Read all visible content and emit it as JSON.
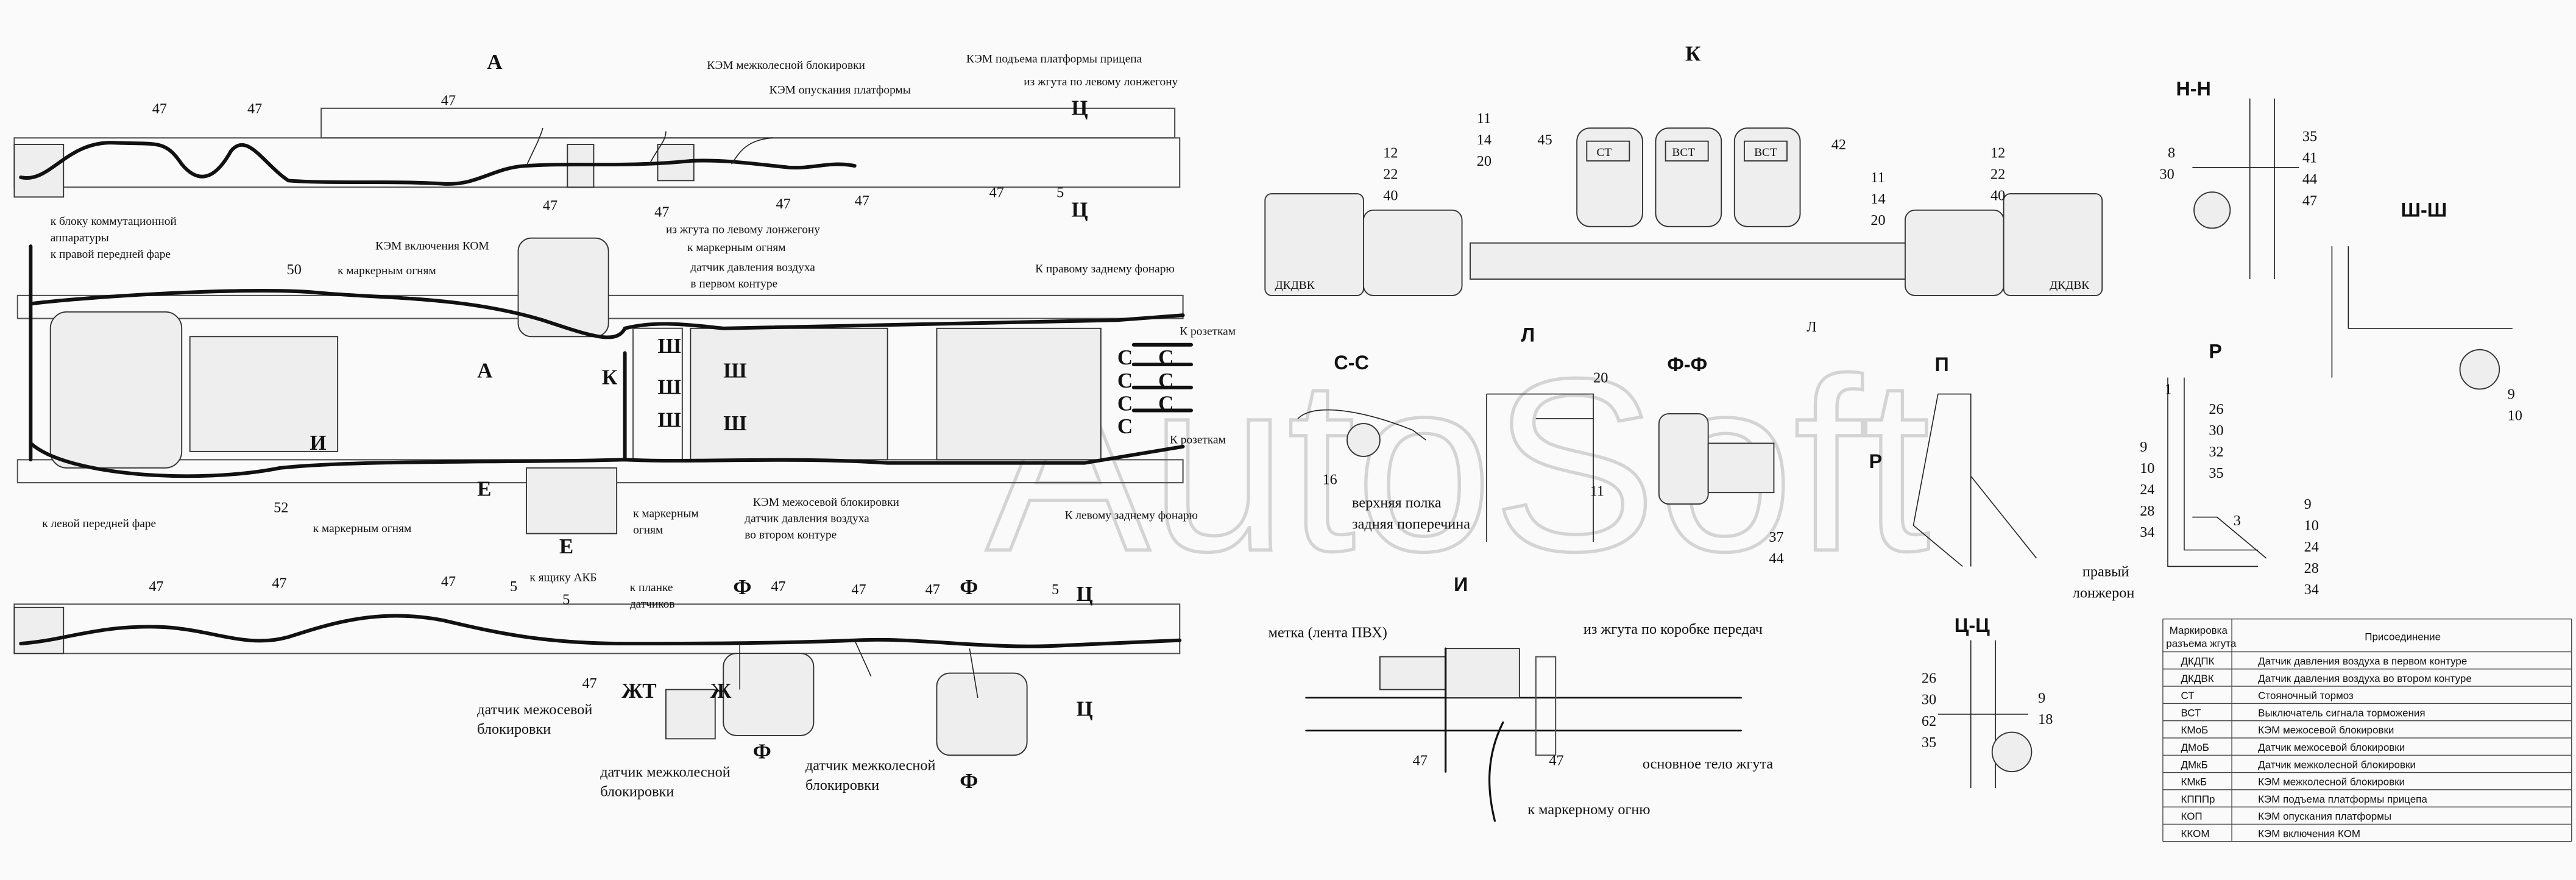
{
  "watermark": "AutoSoft",
  "view_a": {
    "title": "А",
    "kem_interwheel": "КЭМ межколесной блокировки",
    "kem_lowering": "КЭМ опускания платформы",
    "kem_trailer_lift": "КЭМ подъема платформы прицепа",
    "from_left_rail_1": "из жгута по левому лонжегону",
    "from_left_rail_2": "из жгута по левому лонжегону",
    "section_c_top": "Ц",
    "section_c_bottom": "Ц",
    "pos_47": "47",
    "pos_5": "5"
  },
  "chassis": {
    "to_switch_block_1": "к блоку коммутационной",
    "to_switch_block_2": "аппаратуры",
    "to_right_headlight": "к правой передней фаре",
    "kem_pto": "КЭМ включения КОМ",
    "to_marker_lights_1": "к маркерным огням",
    "to_marker_lights_2": "к маркерным огням",
    "to_marker_lights_3": "к маркерным огням",
    "to_marker_lights_4a": "к маркерным",
    "to_marker_lights_4b": "огням",
    "pressure_sensor_1a": "датчик давления воздуха",
    "pressure_sensor_1b": "в первом контуре",
    "to_right_rear_lamp": "К правому заднему фонарю",
    "to_sockets_1": "К розеткам",
    "to_sockets_2": "К розеткам",
    "to_left_headlight": "к левой передней фаре",
    "kem_interaxle": "КЭМ межосевой блокировки",
    "pressure_sensor_2a": "датчик давления воздуха",
    "pressure_sensor_2b": "во втором контуре",
    "to_left_rear_lamp": "К левому заднему фонарю",
    "pos_50": "50",
    "pos_52": "52",
    "ref_a": "А",
    "ref_e": "Е",
    "ref_k": "К",
    "ref_i": "И",
    "ref_sh": "Ш",
    "ref_c": "С"
  },
  "view_e": {
    "title": "Е",
    "to_battery_box": "к ящику АКБ",
    "to_sensor_bar_1": "к планке",
    "to_sensor_bar_2": "датчиков",
    "interaxle_sensor_1": "датчик межосевой",
    "interaxle_sensor_2": "блокировки",
    "interwheel_sensor_1": "датчик межколесной",
    "interwheel_sensor_2": "блокировки",
    "section_f": "Ф",
    "section_c": "Ц",
    "label_zht": "ЖТ",
    "label_zh": "Ж",
    "pos_47": "47",
    "pos_5": "5"
  },
  "view_k": {
    "title": "К",
    "left_nums": [
      "12",
      "22",
      "40"
    ],
    "mid_nums": [
      "11",
      "14",
      "20"
    ],
    "right_nums": [
      "12",
      "22",
      "40"
    ],
    "pos_45": "45",
    "pos_42": "42",
    "conn_left": "ДКДВК",
    "conn_right": "ДКДВК",
    "conn_st": "СТ",
    "conn_vst1": "ВСТ",
    "conn_vst2": "ВСТ",
    "ref_l": "Л"
  },
  "view_cc": {
    "title": "С-С",
    "pos_16": "16",
    "upper_shelf": "верхняя полка",
    "rear_crossmember": "задняя поперечина"
  },
  "view_l": {
    "title": "Л",
    "pos_20": "20",
    "pos_11": "11"
  },
  "view_ff": {
    "title": "Ф-Ф",
    "pos_37": "37",
    "pos_44": "44"
  },
  "view_p": {
    "title": "П",
    "ref_r": "Р",
    "right_rail_1": "правый",
    "right_rail_2": "лонжерон"
  },
  "view_nn": {
    "title": "Н-Н",
    "left_nums": [
      "8",
      "30"
    ],
    "right_nums": [
      "35",
      "41",
      "44",
      "47"
    ]
  },
  "view_shsh": {
    "title": "Ш-Ш",
    "nums": [
      "9",
      "10"
    ]
  },
  "view_r": {
    "title": "Р",
    "pos_1": "1",
    "top_nums": [
      "26",
      "30",
      "32",
      "35"
    ],
    "left_nums": [
      "9",
      "10",
      "24",
      "28",
      "34"
    ],
    "pos_3": "3",
    "right_nums": [
      "9",
      "10",
      "24",
      "28",
      "34"
    ]
  },
  "view_tsts": {
    "title": "Ц-Ц",
    "left_nums": [
      "26",
      "30",
      "62",
      "35"
    ],
    "right_nums": [
      "9",
      "18"
    ]
  },
  "view_i": {
    "title": "И",
    "tag_label": "метка (лента ПВХ)",
    "from_gearbox": "из жгута по коробке передач",
    "main_body": "основное тело жгута",
    "to_marker": "к маркерному огню",
    "pos_47": "47"
  },
  "table": {
    "header_mark": "Маркировка разъема жгута",
    "header_mark_1": "Маркировка",
    "header_mark_2": "разъема жгута",
    "header_conn": "Присоединение",
    "rows": [
      {
        "mark": "ДКДПК",
        "conn": "Датчик давления воздуха в первом контуре"
      },
      {
        "mark": "ДКДВК",
        "conn": "Датчик давления воздуха во втором контуре"
      },
      {
        "mark": "СТ",
        "conn": "Стояночный тормоз"
      },
      {
        "mark": "ВСТ",
        "conn": "Выключатель сигнала торможения"
      },
      {
        "mark": "КМоБ",
        "conn": "КЭМ межосевой блокировки"
      },
      {
        "mark": "ДМоБ",
        "conn": "Датчик межосевой блокировки"
      },
      {
        "mark": "ДМкБ",
        "conn": "Датчик межколесной блокировки"
      },
      {
        "mark": "КМкБ",
        "conn": "КЭМ межколесной блокировки"
      },
      {
        "mark": "КПППр",
        "conn": "КЭМ подъема платформы прицепа"
      },
      {
        "mark": "КОП",
        "conn": "КЭМ опускания платформы"
      },
      {
        "mark": "ККОМ",
        "conn": "КЭМ включения КОМ"
      }
    ]
  }
}
